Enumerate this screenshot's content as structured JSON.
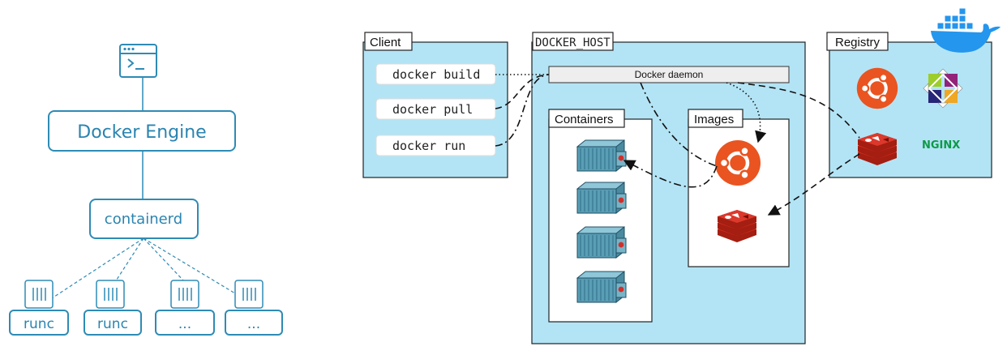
{
  "left": {
    "engine_label": "Docker Engine",
    "containerd_label": "containerd",
    "runtimes": [
      "runc",
      "runc",
      "...",
      "..."
    ]
  },
  "right": {
    "client": {
      "title": "Client",
      "commands": [
        "docker build",
        "docker pull",
        "docker run"
      ]
    },
    "docker_host": {
      "title": "DOCKER_HOST",
      "daemon_label": "Docker daemon",
      "containers_title": "Containers",
      "images_title": "Images"
    },
    "registry": {
      "title": "Registry",
      "nginx_text": "NGINX"
    }
  },
  "colors": {
    "engine_blue": "#2e8bb5",
    "panel_blue": "#b3e4f5",
    "ubuntu_orange": "#e95420",
    "redis_red": "#d32f2a",
    "nginx_green": "#0e9a47",
    "container_teal": "#5a9eb5"
  }
}
